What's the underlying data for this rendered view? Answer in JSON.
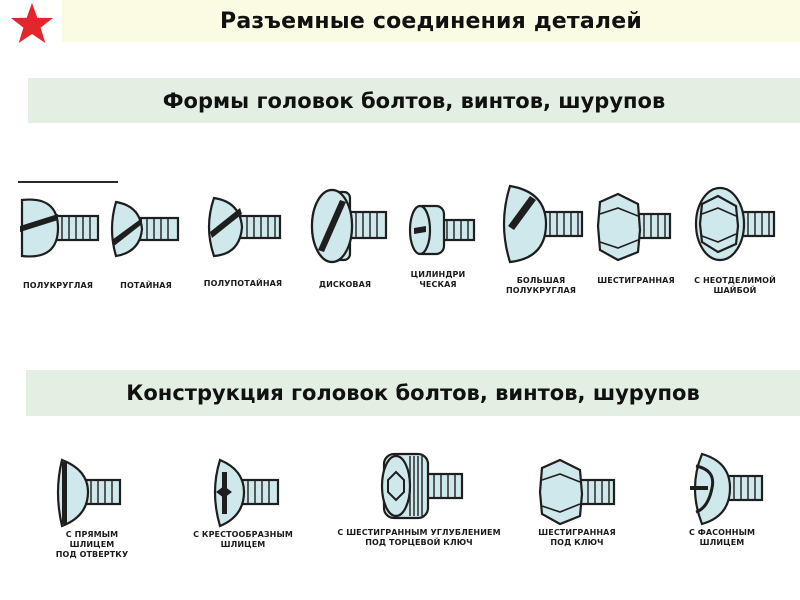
{
  "header": {
    "title": "Разъемные соединения деталей"
  },
  "section_shapes": {
    "title": "Формы головок болтов, винтов, шурупов",
    "items": [
      {
        "icon": "round-head-screw-icon",
        "caption": [
          "ПОЛУКРУГЛАЯ"
        ]
      },
      {
        "icon": "countersunk-screw-icon",
        "caption": [
          "ПОТАЙНАЯ"
        ]
      },
      {
        "icon": "raised-countersunk-screw-icon",
        "caption": [
          "ПОЛУПОТАЙНАЯ"
        ]
      },
      {
        "icon": "disc-head-screw-icon",
        "caption": [
          "ДИСКОВАЯ"
        ]
      },
      {
        "icon": "cylinder-head-screw-icon",
        "caption": [
          "ЦИЛИНДРИ",
          "ЧЕСКАЯ"
        ]
      },
      {
        "icon": "large-round-head-screw-icon",
        "caption": [
          "БОЛЬШАЯ",
          "ПОЛУКРУГЛАЯ"
        ]
      },
      {
        "icon": "hex-head-bolt-icon",
        "caption": [
          "ШЕСТИГРАННАЯ"
        ]
      },
      {
        "icon": "flanged-hex-bolt-icon",
        "caption": [
          "С НЕОТДЕЛИМОЙ",
          "ШАЙБОЙ"
        ]
      }
    ]
  },
  "section_construction": {
    "title": "Конструкция головок болтов, винтов, шурупов",
    "items": [
      {
        "icon": "slotted-screw-icon",
        "caption": [
          "С ПРЯМЫМ",
          "ШЛИЦЕМ",
          "ПОД ОТВЕРТКУ"
        ]
      },
      {
        "icon": "cross-slot-screw-icon",
        "caption": [
          "С КРЕСТООБРАЗНЫМ",
          "ШЛИЦЕМ"
        ]
      },
      {
        "icon": "socket-head-screw-icon",
        "caption": [
          "С ШЕСТИГРАННЫМ УГЛУБЛЕНИЕМ",
          "ПОД ТОРЦЕВОЙ КЛЮЧ"
        ]
      },
      {
        "icon": "hex-wrench-bolt-icon",
        "caption": [
          "ШЕСТИГРАННАЯ",
          "ПОД КЛЮЧ"
        ]
      },
      {
        "icon": "shaped-slot-screw-icon",
        "caption": [
          "С ФАСОННЫМ",
          "ШЛИЦЕМ"
        ]
      }
    ]
  },
  "colors": {
    "title_bg": "#fbfbe3",
    "band_bg": "#e3efe2",
    "star": "#e3252c",
    "metal": "#cfe8ec"
  }
}
